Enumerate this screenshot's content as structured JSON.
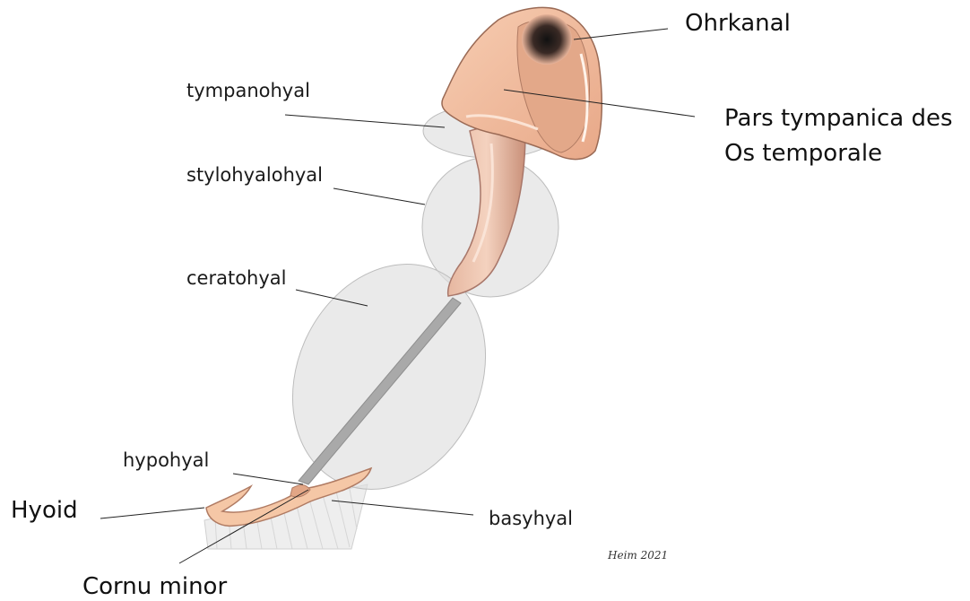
{
  "labels": {
    "ohrkanal": "Ohrkanal",
    "pars_line1": "Pars tympanica des",
    "pars_line2": "Os temporale",
    "tympanohyal": "tympanohyal",
    "stylohyalohyal": "stylohyalohyal",
    "ceratohyal": "ceratohyal",
    "hypohyal": "hypohyal",
    "hyoid": "Hyoid",
    "basyhyal": "basyhyal",
    "cornu_minor": "Cornu minor"
  },
  "signature": "Heim 2021",
  "colors": {
    "bone": "#f2c0a0",
    "bone_dark": "#d89a78",
    "bone_outline": "#9a6a55",
    "region_fill": "#dcdcdc",
    "region_stroke": "#bdbdbd",
    "leader": "#222222"
  }
}
